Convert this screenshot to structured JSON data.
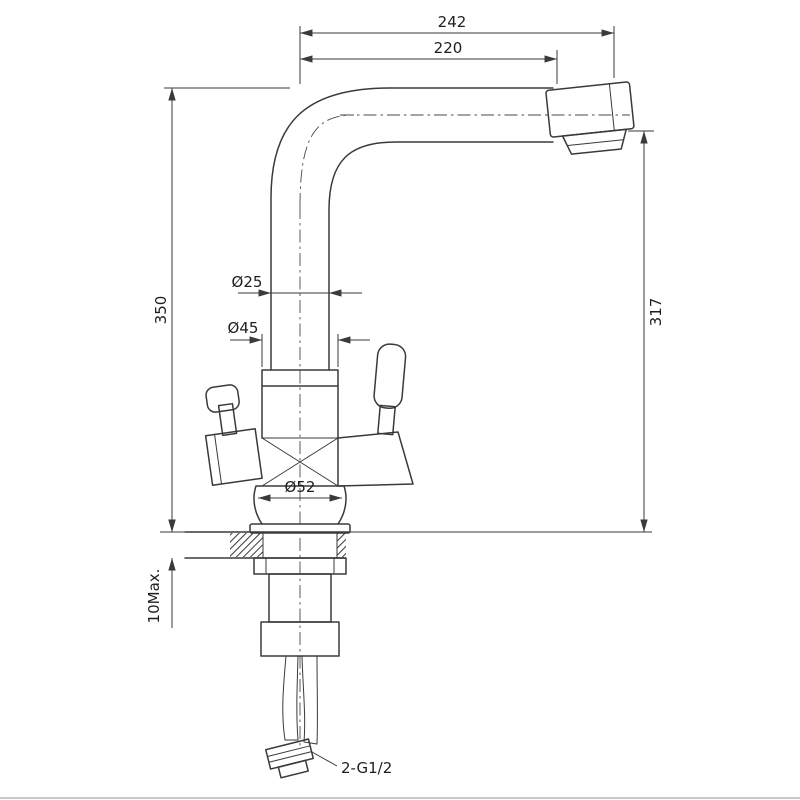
{
  "colors": {
    "line": "#3a3a3a",
    "background": "#ffffff",
    "text": "#1e1e1e"
  },
  "labels": {
    "total_reach": "242",
    "spout_reach": "220",
    "height_total": "350",
    "height_outlet": "317",
    "pipe_diameter": "Ø25",
    "collar_diameter": "Ø45",
    "base_diameter": "Ø52",
    "max_deck_thickness": "10Max.",
    "hose_thread": "2-G1/2"
  }
}
